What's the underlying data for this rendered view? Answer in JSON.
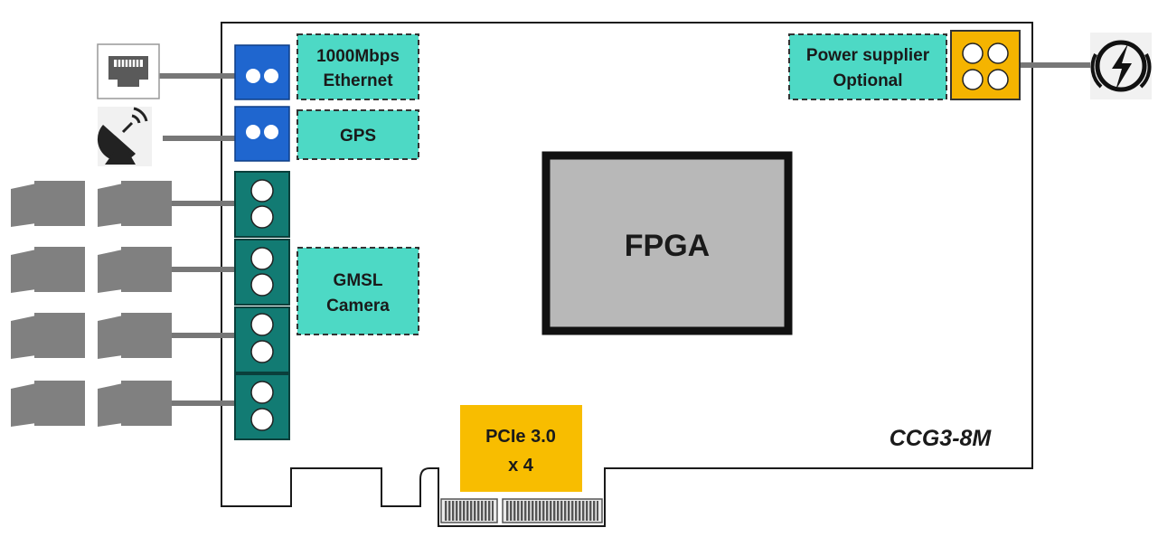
{
  "board": {
    "model": "CCG3-8M"
  },
  "labels": {
    "ethernet": [
      "1000Mbps",
      "Ethernet"
    ],
    "gps": "GPS",
    "camera": [
      "GMSL",
      "Camera"
    ],
    "power": [
      "Power supplier",
      "Optional"
    ],
    "fpga": "FPGA",
    "pcie": [
      "PCIe 3.0",
      "x 4"
    ]
  },
  "icons": {
    "ethernet": "ethernet-port-icon",
    "gps": "satellite-dish-icon",
    "camera": "camera-icon",
    "power": "lightning-bolt-icon"
  },
  "colors": {
    "label_box": "#4dd9c5",
    "blue_connector": "#1f66cf",
    "teal_connector": "#127b73",
    "power_connector": "#f5b400",
    "pcie_box": "#f8bd00",
    "fpga_chip": "#b8b8b8",
    "cable": "#777777"
  }
}
